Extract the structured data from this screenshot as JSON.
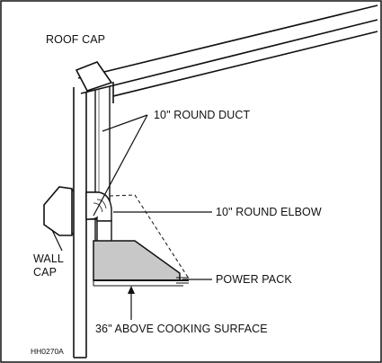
{
  "diagram": {
    "labels": {
      "roof_cap": "ROOF CAP",
      "round_duct": "10\" ROUND DUCT",
      "round_elbow": "10\" ROUND ELBOW",
      "wall": "WALL",
      "cap": "CAP",
      "power_pack": "POWER PACK",
      "above_surface": "36\" ABOVE COOKING SURFACE",
      "figure_code": "HH0270A"
    },
    "colors": {
      "line": "#111111",
      "power_pack_fill": "#c8c8c8",
      "background": "#ffffff"
    }
  }
}
